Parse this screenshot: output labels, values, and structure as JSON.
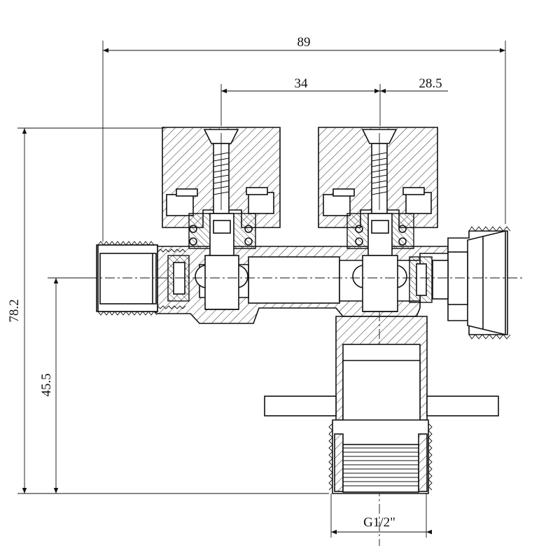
{
  "dimensions": {
    "overall_width": "89",
    "stem_spacing": "34",
    "right_offset": "28.5",
    "overall_height": "78.2",
    "axis_height": "45.5",
    "thread": "G1/2\""
  }
}
